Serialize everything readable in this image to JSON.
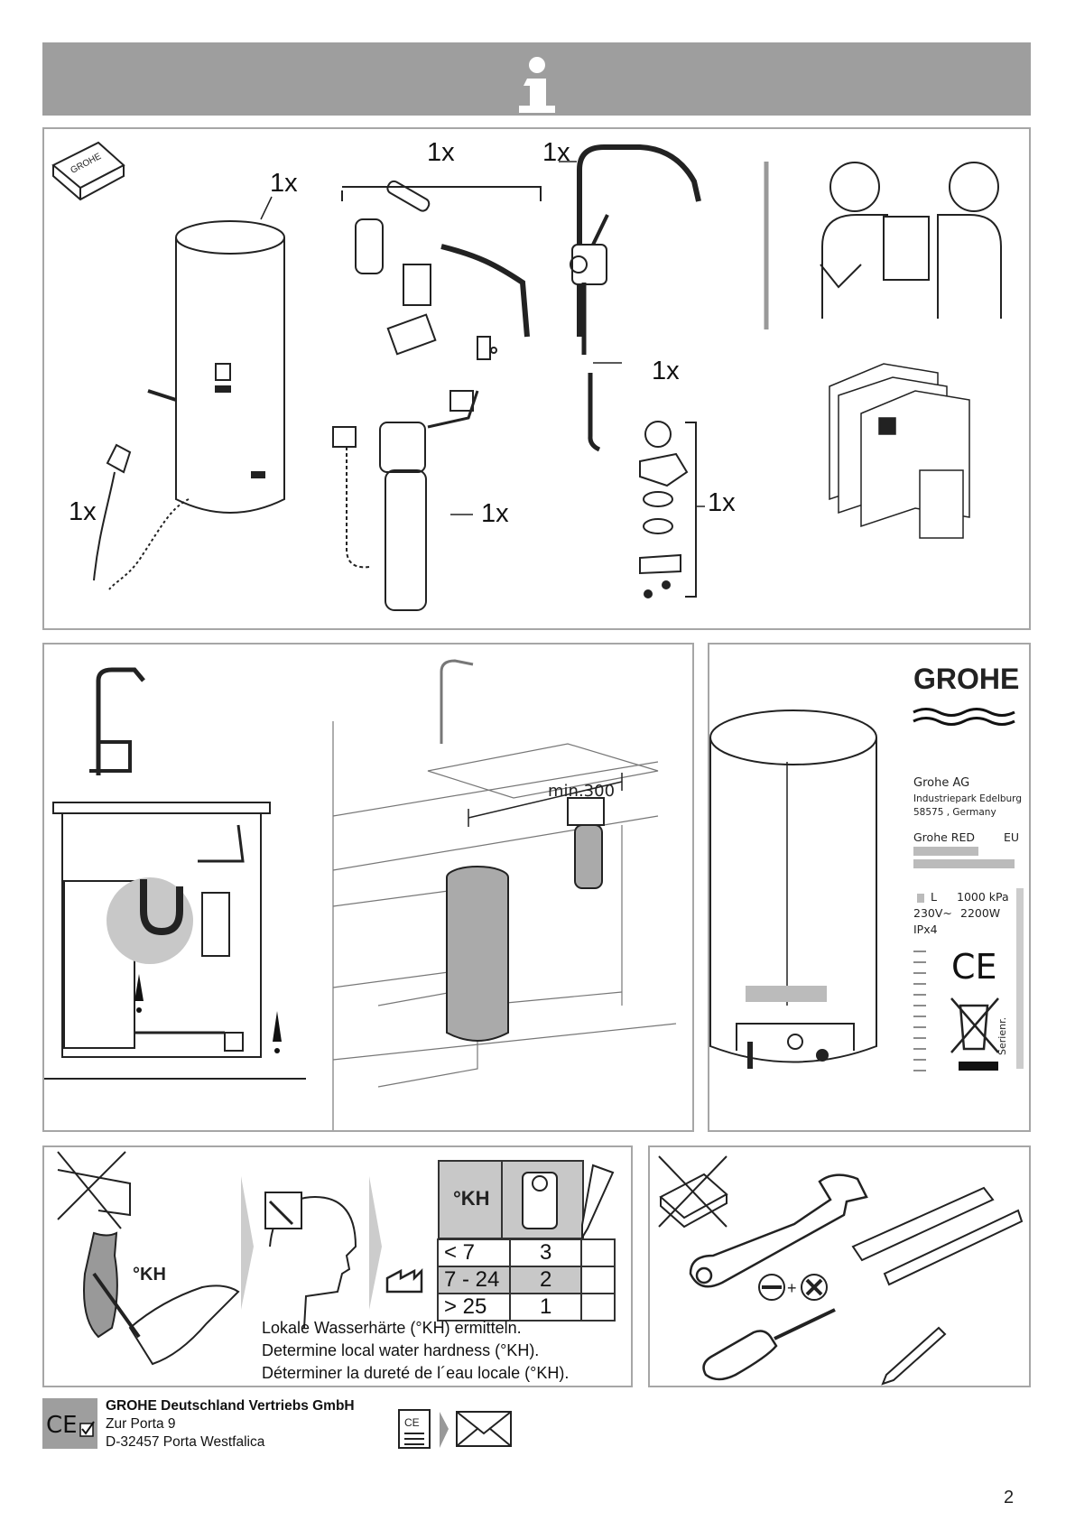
{
  "header": {
    "icon": "info-icon"
  },
  "contents": {
    "q_heater": "1x",
    "q_fittings": "1x",
    "q_faucet": "1x",
    "q_hose": "1x",
    "q_cable": "1x",
    "q_filter": "1x",
    "q_seals": "1x"
  },
  "install": {
    "min_distance": "min.300"
  },
  "label": {
    "brand": "GROHE",
    "company": "Grohe AG",
    "address1": "Industriepark Edelburg",
    "address2": "58575 , Germany",
    "product": "Grohe RED",
    "region": "EU",
    "volume_unit": "L",
    "pressure": "1000 kPa",
    "voltage": "230V~",
    "power": "2200W",
    "ip": "IPx4",
    "serial": "Serienr."
  },
  "hardness": {
    "kh_strip": "°KH",
    "header": "°KH",
    "rows": [
      {
        "range": "< 7",
        "setting": "3"
      },
      {
        "range": "7 - 24",
        "setting": "2"
      },
      {
        "range": "> 25",
        "setting": "1"
      }
    ],
    "text_de": "Lokale Wasserhärte (°KH) ermitteln.",
    "text_en": "Determine local water hardness (°KH).",
    "text_fr": "Déterminer la dureté de l´eau locale (°KH)."
  },
  "footer": {
    "company": "GROHE Deutschland Vertriebs GmbH",
    "street": "Zur Porta 9",
    "city": "D-32457 Porta Westfalica",
    "page_number": "2"
  },
  "colors": {
    "bar": "#9e9e9e",
    "border": "#a6a6a6",
    "shade": "#c8c8c8"
  }
}
